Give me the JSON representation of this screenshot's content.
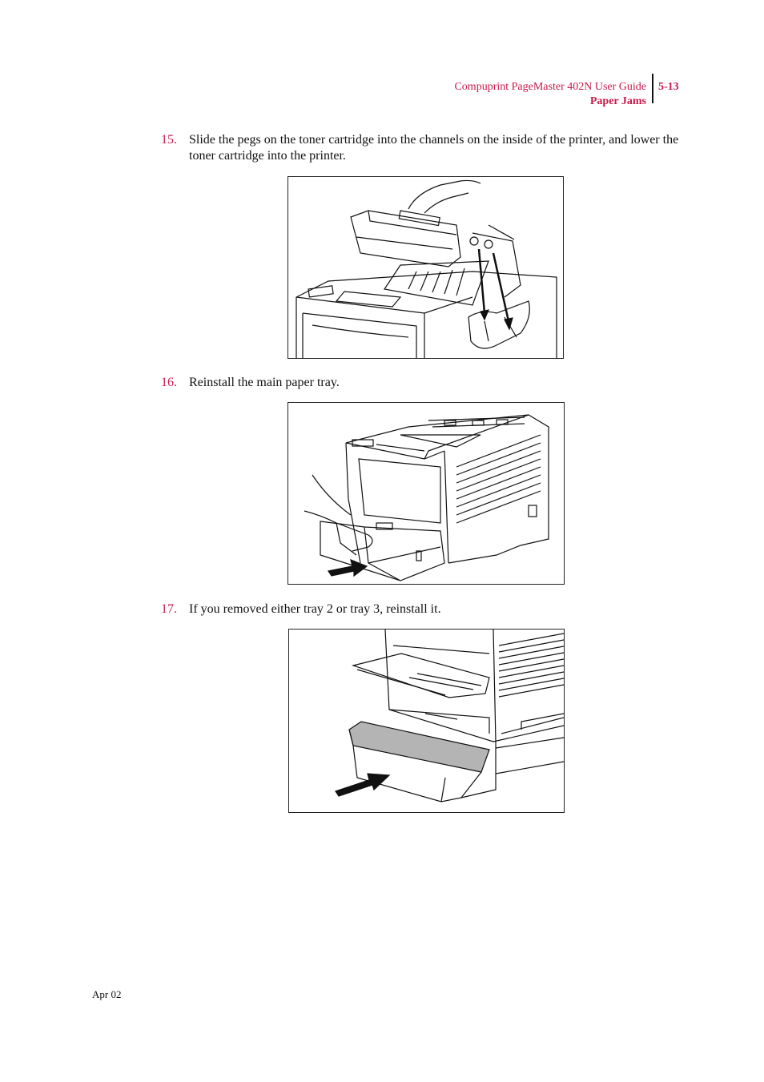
{
  "header": {
    "title": "Compuprint PageMaster 402N User Guide",
    "section": "Paper Jams",
    "page": "5-13"
  },
  "steps": [
    {
      "num": "15.",
      "text": "Slide the pegs on the toner cartridge into the channels on the inside of the printer, and lower the toner cartridge into the printer."
    },
    {
      "num": "16.",
      "text": "Reinstall the main paper tray."
    },
    {
      "num": "17.",
      "text": "If you removed either tray 2 or tray 3, reinstall it."
    }
  ],
  "footer": {
    "date": "Apr 02"
  },
  "colors": {
    "accent": "#c8194b",
    "text": "#111111"
  }
}
